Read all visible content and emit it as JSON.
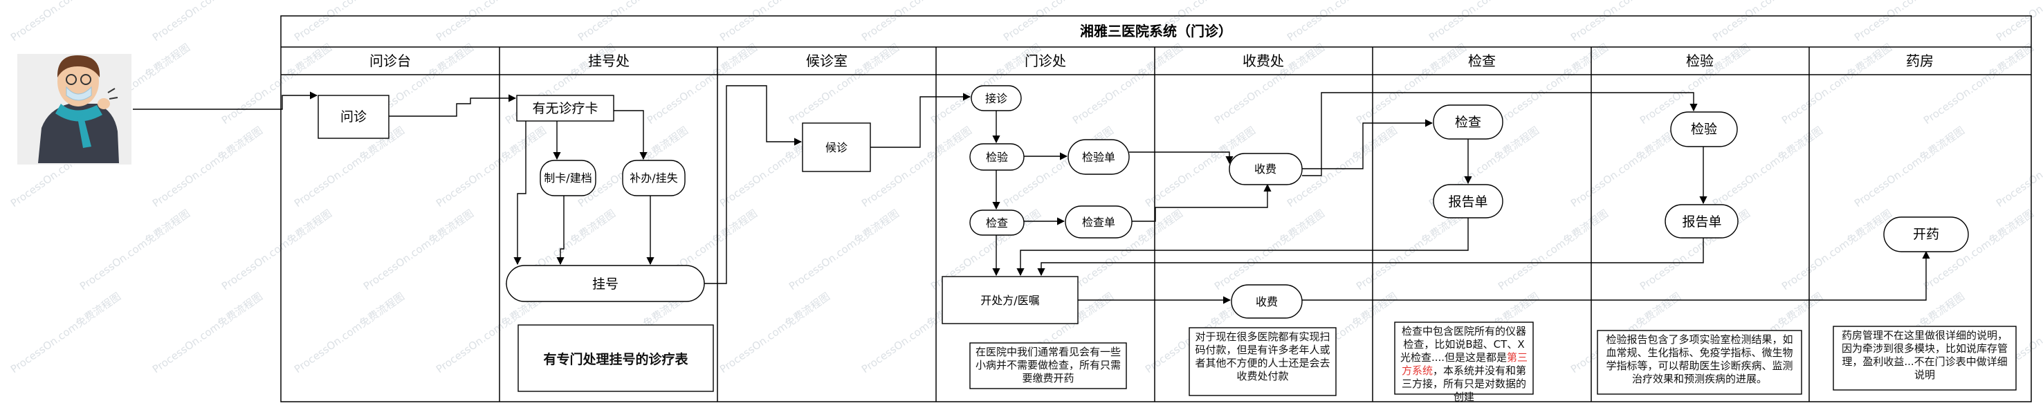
{
  "title": "湘雅三医院系统（门诊）",
  "lanes": [
    "问诊台",
    "挂号处",
    "候诊室",
    "门诊处",
    "收费处",
    "检查",
    "检验",
    "药房"
  ],
  "nodes": {
    "wenzhen": "问诊",
    "youwu": "有无诊疗卡",
    "zhika": "制卡/建档",
    "buban": "补办/挂失",
    "guahao": "挂号",
    "houzhen": "候诊",
    "jiezhen": "接诊",
    "jianyan": "检验",
    "jiancha": "检查",
    "jianyandan": "检验单",
    "jianchadan": "检查单",
    "kaichufang": "开处方/医嘱",
    "shoufei1": "收费",
    "shoufei2": "收费",
    "jc_jiancha": "检查",
    "jc_baogao": "报告单",
    "jy_jianyan": "检验",
    "jy_baogao": "报告单",
    "kaiyao": "开药"
  },
  "notes": {
    "guahao_note": "有专门处理挂号的诊疗表",
    "menzhen_note": "在医院中我们通常看见会有一些小病并不需要做检查，所有只需要缴费开药",
    "shoufei_note": "对于现在很多医院都有实现扫码付款，但是有许多老年人或者其他不方便的人士还是会去收费处付款",
    "jiancha_note_a": "检查中包含医院所有的仪器检查，比如说B超、CT、X光检查....但是这是都是",
    "jiancha_note_hl": "第三方系统",
    "jiancha_note_b": "，本系统并没有和第三方接，所有只是对数据的创建",
    "jianyan_note": "检验报告包含了多项实验室检测结果，如血常规、生化指标、免疫学指标、微生物学指标等，可以帮助医生诊断疾病、监测治疗效果和预测疾病的进展。",
    "yaofang_note": "药房管理不在这里做很详细的说明，因为牵涉到很多模块，比如说库存管理，盈利收益...不在门诊表中做详细说明"
  },
  "watermark": "ProcessOn.com免费流程图",
  "colors": {
    "line": "#000000",
    "highlight": "#e53935",
    "patient_coat": "#3a3f4b",
    "patient_scarf": "#2aa7b8",
    "patient_mask": "#cfe6f3"
  }
}
